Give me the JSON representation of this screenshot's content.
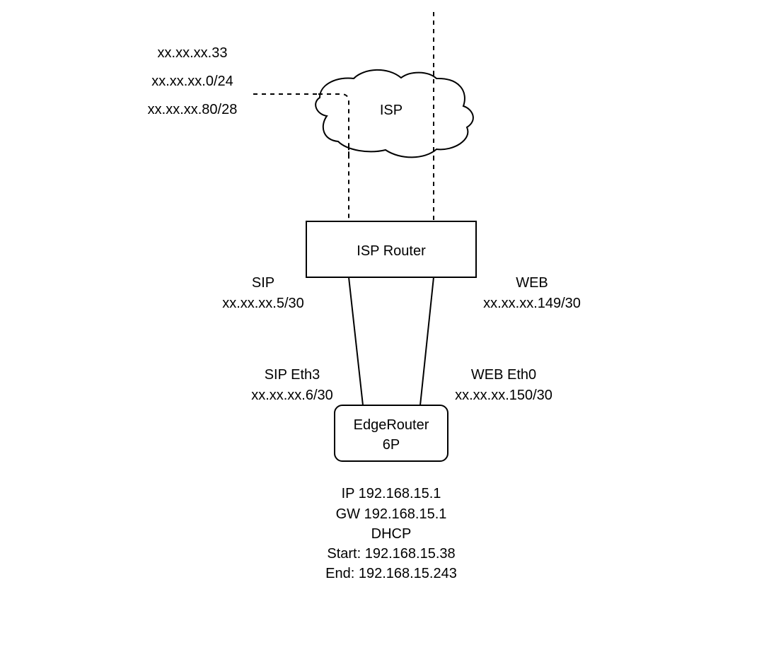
{
  "diagram": {
    "nodes": {
      "isp_cloud": {
        "label": "ISP"
      },
      "isp_router": {
        "label": "ISP Router"
      },
      "edge_router": {
        "label_line1": "EdgeRouter",
        "label_line2": "6P"
      }
    },
    "isp_networks": [
      "xx.xx.xx.33",
      "xx.xx.xx.0/24",
      "xx.xx.xx.80/28"
    ],
    "links": {
      "sip_isp_side": {
        "name": "SIP",
        "address": "xx.xx.xx.5/30"
      },
      "web_isp_side": {
        "name": "WEB",
        "address": "xx.xx.xx.149/30"
      },
      "sip_edge_side": {
        "name": "SIP Eth3",
        "address": "xx.xx.xx.6/30"
      },
      "web_edge_side": {
        "name": "WEB Eth0",
        "address": "xx.xx.xx.150/30"
      }
    },
    "lan_info": [
      "IP 192.168.15.1",
      "GW 192.168.15.1",
      "DHCP",
      "Start: 192.168.15.38",
      "End: 192.168.15.243"
    ]
  }
}
